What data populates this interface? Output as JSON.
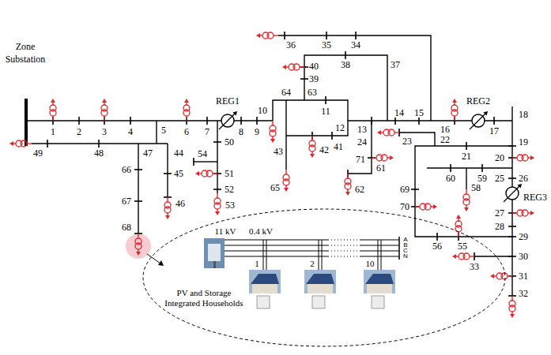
{
  "diagram": {
    "nodes": [
      {
        "text": [
          "11 kV",
          "0.4 kV",
          "A",
          "B",
          "C",
          "N",
          "1",
          "2",
          "10",
          "PV and Storage Integrated Households"
        ]
      }
    ],
    "labels": [
      "Zone Substation",
      "REG1",
      "REG2",
      "REG3",
      "1",
      "2",
      "3",
      "4",
      "5",
      "6",
      "7",
      "8",
      "9",
      "10",
      "11",
      "12",
      "13",
      "14",
      "15",
      "16",
      "17",
      "18",
      "19",
      "20",
      "21",
      "22",
      "23",
      "24",
      "25",
      "26",
      "27",
      "28",
      "29",
      "30",
      "31",
      "32",
      "33",
      "34",
      "35",
      "36",
      "37",
      "38",
      "39",
      "40",
      "41",
      "42",
      "43",
      "44",
      "45",
      "46",
      "47",
      "48",
      "49",
      "50",
      "51",
      "52",
      "53",
      "54",
      "55",
      "56",
      "58",
      "59",
      "60",
      "61",
      "62",
      "63",
      "64",
      "65",
      "66",
      "67",
      "68",
      "69",
      "70",
      "71"
    ]
  }
}
